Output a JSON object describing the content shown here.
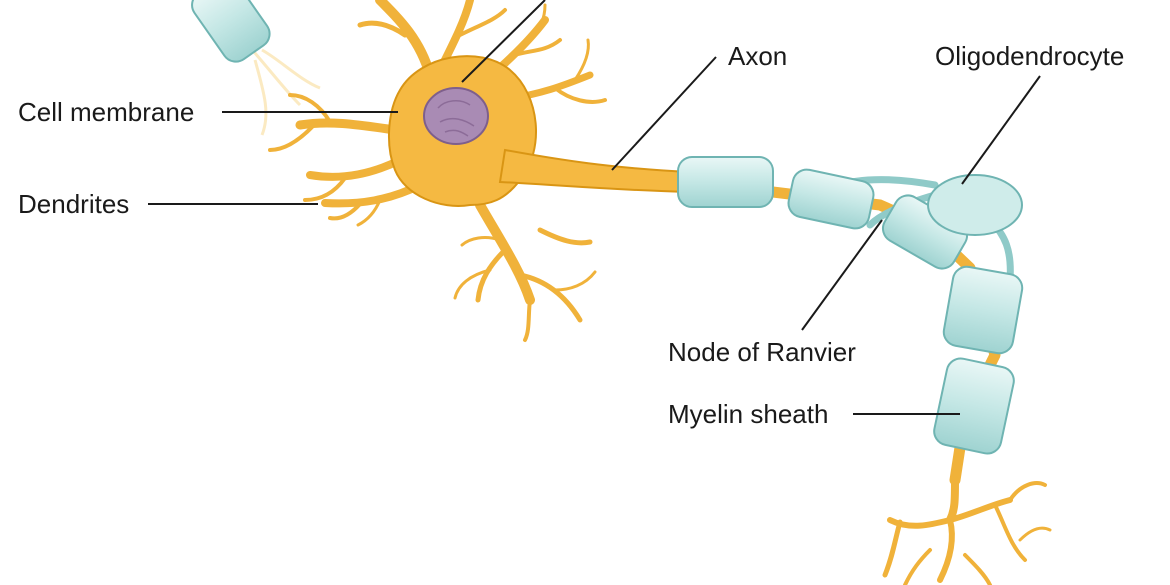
{
  "labels": {
    "cell_membrane": "Cell membrane",
    "dendrites": "Dendrites",
    "axon": "Axon",
    "oligodendrocyte": "Oligodendrocyte",
    "node_of_ranvier": "Node of Ranvier",
    "myelin_sheath": "Myelin sheath"
  },
  "colors": {
    "neuron_fill": "#f5b942",
    "neuron_stroke": "#d99514",
    "nucleus_fill": "#a98bb4",
    "nucleus_stroke": "#7e5f8c",
    "myelin_fill": "#cfecea",
    "myelin_stroke": "#6fb4b2",
    "leader_line": "#1a1a1a"
  }
}
